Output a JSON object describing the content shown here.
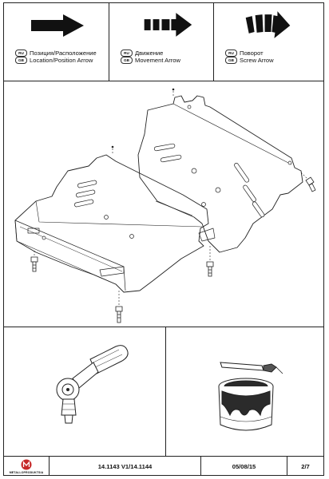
{
  "legend": [
    {
      "lang_ru": "RU",
      "text_ru": "Позиция/Расположение",
      "lang_gb": "GB",
      "text_gb": "Location/Position Arrow",
      "icon": "solid-arrow-icon"
    },
    {
      "lang_ru": "RU",
      "text_ru": "Движение",
      "lang_gb": "GB",
      "text_gb": "Movement Arrow",
      "icon": "dashed-arrow-icon"
    },
    {
      "lang_ru": "RU",
      "text_ru": "Поворот",
      "lang_gb": "GB",
      "text_gb": "Screw Arrow",
      "icon": "screw-arrow-icon"
    }
  ],
  "footer": {
    "brand": "METALLOPRODUKTSIA",
    "part_number": "14.1143 V1/14.1144",
    "date": "05/08/15",
    "page": "2/7"
  },
  "colors": {
    "line": "#222222",
    "logo_red": "#c62828",
    "paint": "#2b2b2b"
  }
}
